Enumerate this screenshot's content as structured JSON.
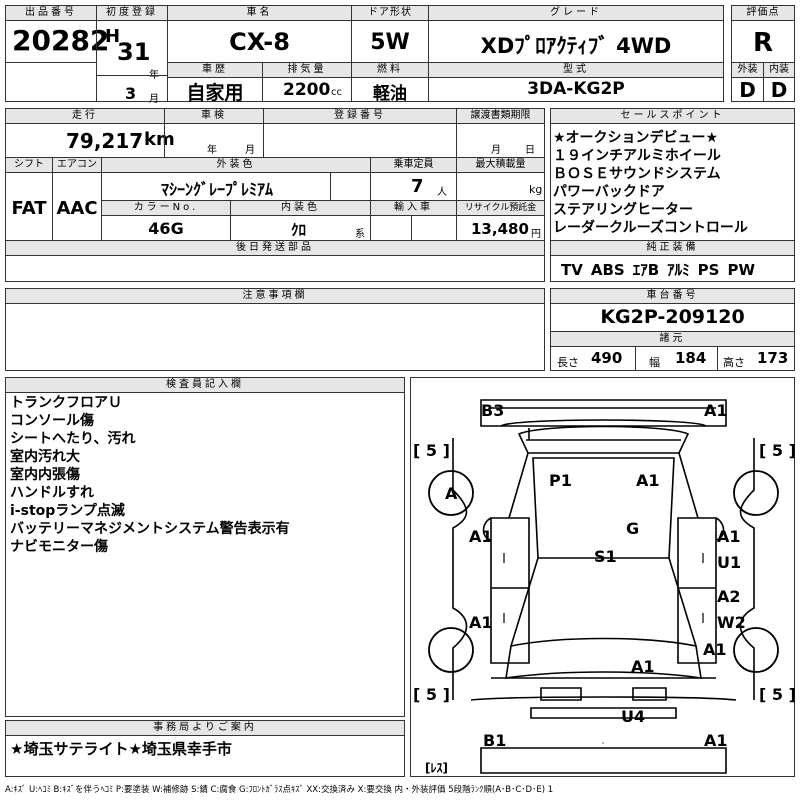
{
  "labels": {
    "lot_no": "出品番号",
    "first_reg": "初度登録",
    "car_name": "車名",
    "door": "ドア形状",
    "grade": "グレード",
    "score": "評価点",
    "history": "車歴",
    "displacement": "排気量",
    "fuel": "燃料",
    "model_type": "型式",
    "exterior": "外装",
    "interior": "内装",
    "mileage": "走行",
    "inspection": "車検",
    "reg_no": "登録番号",
    "transfer_deadline": "譲渡書類期限",
    "sales_points": "セールスポイント",
    "shift": "シフト",
    "aircon": "エアコン",
    "exterior_color": "外装色",
    "capacity": "乗車定員",
    "max_load": "最大積載量",
    "color_no": "カラーNo.",
    "interior_color": "内装色",
    "import": "輸入車",
    "recycle": "リサイクル預託金",
    "later_parts": "後日発送部品",
    "genuine_equip": "純正装備",
    "notes": "注意事項欄",
    "chassis_no": "車台番号",
    "specs": "諸元",
    "inspector_notes": "検査員記入欄",
    "office_notes": "事務局よりご案内"
  },
  "units": {
    "year": "年",
    "month": "月",
    "cc": "cc",
    "km": "km",
    "persons": "人",
    "kg": "kg",
    "yen": "円",
    "kei": "系",
    "length": "長さ",
    "width": "幅",
    "height": "高さ"
  },
  "vehicle": {
    "lot_no": "20282",
    "era": "H",
    "year": "31",
    "month": "3",
    "car_name": "CX-8",
    "door": "5W",
    "grade": "XDﾌﾟﾛｱｸﾃｨﾌﾞ 4WD",
    "score": "R",
    "history": "自家用",
    "displacement": "2200",
    "fuel": "軽油",
    "model_type": "3DA-KG2P",
    "exterior_grade": "D",
    "interior_grade": "D",
    "mileage": "79,217",
    "inspection_year": "",
    "inspection_month": "",
    "transfer_month": "月",
    "transfer_day": "日",
    "shift": "FAT",
    "aircon": "AAC",
    "exterior_color": "ﾏｼｰﾝｸﾞﾚｰﾌﾟﾚﾐｱﾑ",
    "capacity": "7",
    "color_no": "46G",
    "interior_color": "ｸﾛ",
    "recycle": "13,480",
    "chassis_no": "KG2P-209120",
    "length": "490",
    "width": "184",
    "height": "173"
  },
  "sales_points": [
    "★オークションデビュー★",
    "１９インチアルミホイール",
    "ＢＯＳＥサウンドシステム",
    "パワーバックドア",
    "ステアリングヒーター",
    "レーダークルーズコントロール"
  ],
  "equipment": [
    "TV",
    "ABS",
    "ｴｱB",
    "ｱﾙﾐ",
    "PS",
    "PW"
  ],
  "inspector_notes": [
    "トランクフロアＵ",
    "コンソール傷",
    "シートへたり、汚れ",
    "室内汚れ大",
    "室内内張傷",
    "ハンドルすれ",
    "i-stopランプ点滅",
    "バッテリーマネジメントシステム警告表示有",
    "ナビモニター傷"
  ],
  "office_notes": "★埼玉サテライト★埼玉県幸手市",
  "diagram": {
    "B3": "B3",
    "A1_tr": "A1",
    "tire_fl": "[ 5 ]",
    "tire_fr": "[ 5 ]",
    "A": "A",
    "P1": "P1",
    "A1_roof": "A1",
    "G": "G",
    "A1_l1": "A1",
    "A1_r1": "A1",
    "U1": "U1",
    "S1": "S1",
    "A1_l2": "A1",
    "A2": "A2",
    "W2": "W2",
    "A1_r3": "A1",
    "A1_front": "A1",
    "tire_rl": "[ 5 ]",
    "tire_rr": "[ 5 ]",
    "U4": "U4",
    "B1": "B1",
    "A1_br": "A1",
    "spare": "[ﾚｽ]"
  },
  "legend": "A:ｷｽﾞ U:ﾍｺﾐ B:ｷｽﾞを伴うﾍｺﾐ P:要塗装 W:補修跡 S:錆 C:腐食 G:ﾌﾛﾝﾄｶﾞﾗｽ点ｷｽﾞ XX:交換済み X:要交換 内・外装評価 5段階ﾗﾝｸ順(A･B･C･D･E) 1"
}
